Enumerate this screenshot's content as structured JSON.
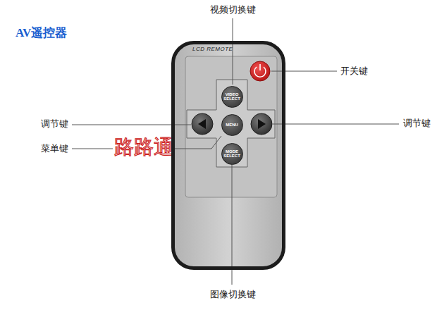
{
  "diagram": {
    "title": "AV遥控器",
    "nodes": [
      {
        "text": [
          "LCD REMOTE"
        ]
      },
      {
        "text": [
          "VIDEO SELECT"
        ],
        "in": 0
      },
      {
        "text": [
          "MENU"
        ],
        "in": 0
      },
      {
        "text": [
          "MODE SELECT"
        ],
        "in": 0
      }
    ],
    "labels": [
      "视频切换键",
      "开关键",
      "调节键",
      "调节键",
      "菜单键",
      "路路通",
      "图像切换键"
    ]
  }
}
